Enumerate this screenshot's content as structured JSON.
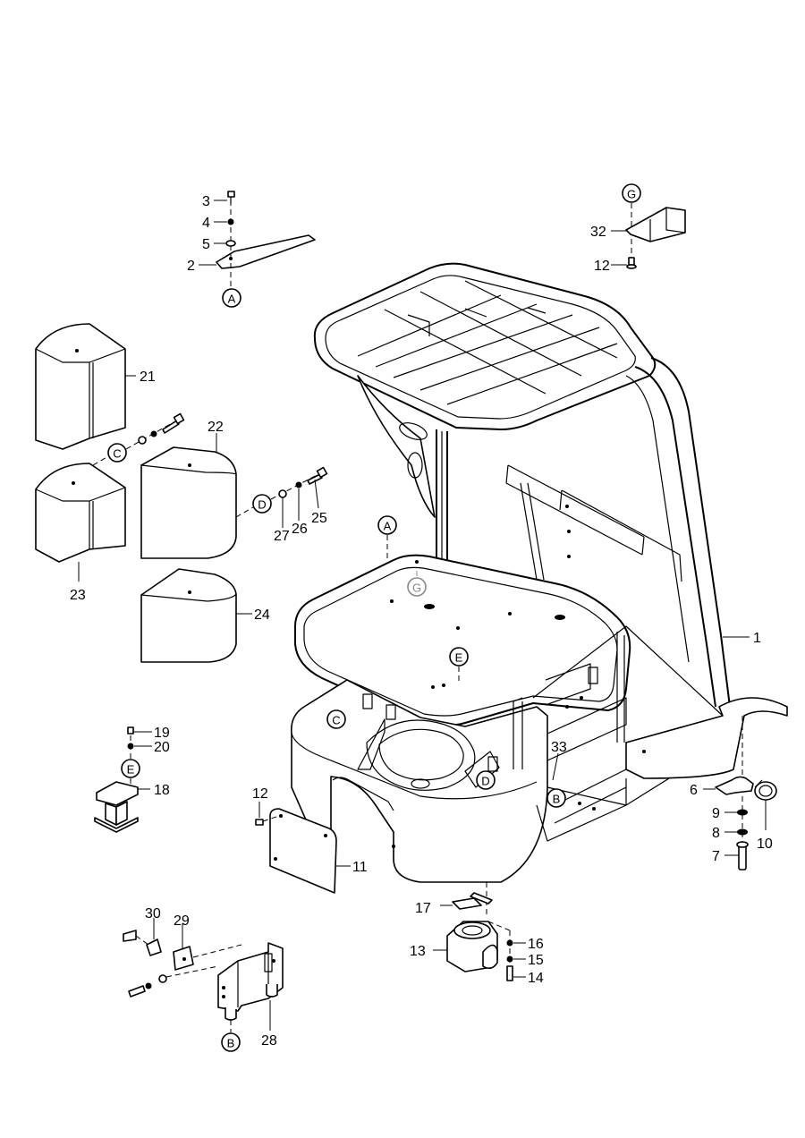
{
  "callouts": {
    "c1": "1",
    "c2": "2",
    "c3": "3",
    "c4": "4",
    "c5": "5",
    "c6": "6",
    "c7": "7",
    "c8": "8",
    "c9": "9",
    "c10": "10",
    "c11": "11",
    "c12a": "12",
    "c12b": "12",
    "c13": "13",
    "c14": "14",
    "c15": "15",
    "c16": "16",
    "c17": "17",
    "c18": "18",
    "c19": "19",
    "c20": "20",
    "c21": "21",
    "c22": "22",
    "c23": "23",
    "c24": "24",
    "c25": "25",
    "c26": "26",
    "c27": "27",
    "c28": "28",
    "c29": "29",
    "c30": "30",
    "c32": "32",
    "c33": "33"
  },
  "refs": {
    "A": "A",
    "B": "B",
    "C": "C",
    "D": "D",
    "E": "E",
    "G": "G"
  }
}
